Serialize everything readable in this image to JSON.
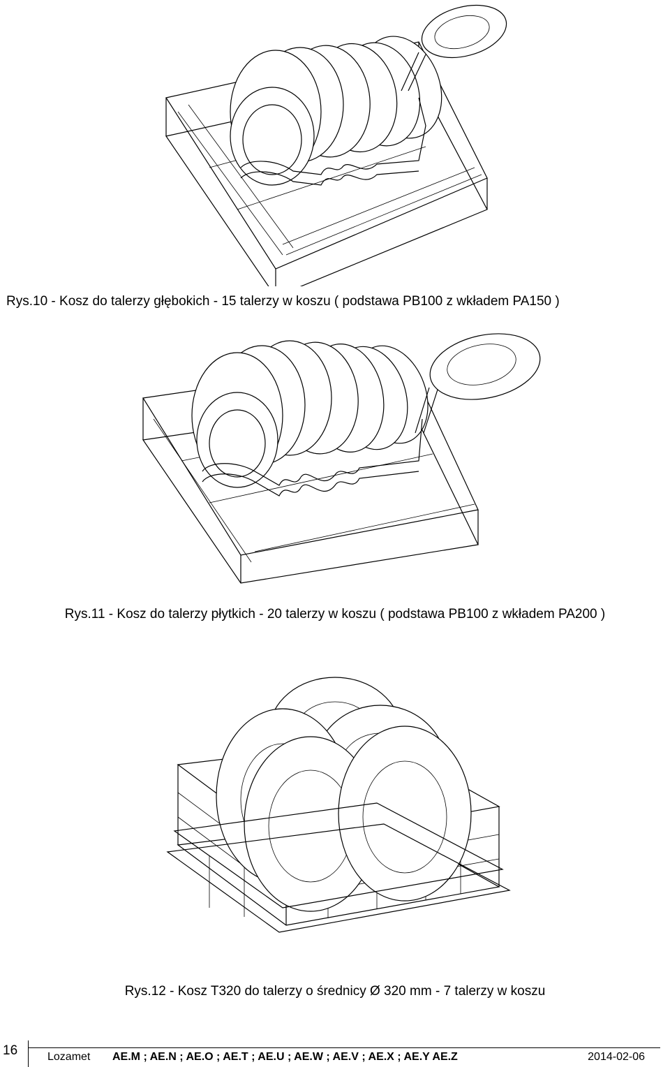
{
  "figures": [
    {
      "caption": "Rys.10 - Kosz do talerzy głębokich - 15 talerzy w koszu ( podstawa PB100 z wkładem PA150 )"
    },
    {
      "caption": "Rys.11 - Kosz do talerzy płytkich - 20 talerzy w koszu ( podstawa PB100 z wkładem PA200 )"
    },
    {
      "caption": "Rys.12 - Kosz T320 do talerzy o średnicy Ø 320 mm - 7 talerzy w koszu"
    }
  ],
  "footer": {
    "page_number": "16",
    "company": "Lozamet",
    "models": "AE.M ; AE.N ; AE.O ; AE.T ; AE.U ; AE.W ; AE.V ; AE.X ; AE.Y AE.Z",
    "date": "2014-02-06"
  }
}
